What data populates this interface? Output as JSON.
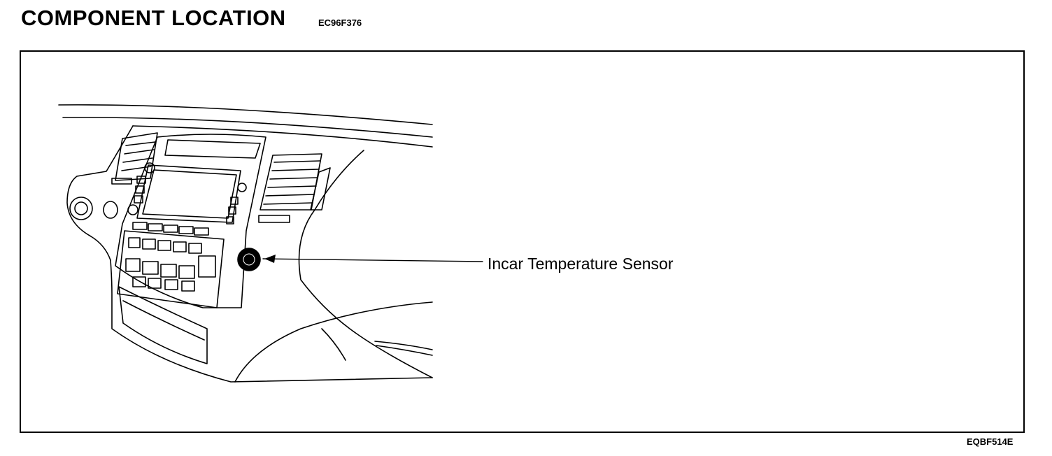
{
  "header": {
    "title": "COMPONENT LOCATION",
    "code": "EC96F376"
  },
  "figure": {
    "callout_label": "Incar Temperature Sensor",
    "figure_id": "EQBF514E"
  }
}
